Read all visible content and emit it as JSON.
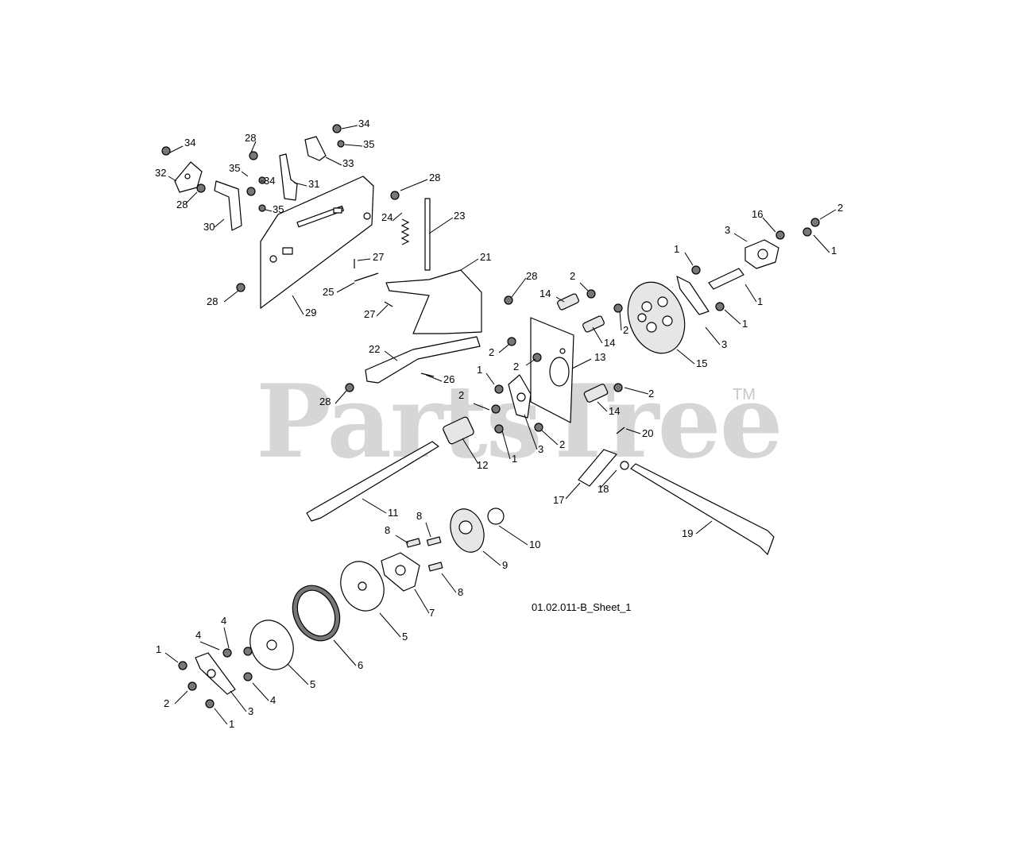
{
  "watermark": {
    "text": "PartsTree",
    "trademark": "TM"
  },
  "sheet_id": "01.02.011-B_Sheet_1",
  "callouts": [
    {
      "label": "34"
    },
    {
      "label": "32"
    },
    {
      "label": "28"
    },
    {
      "label": "30"
    },
    {
      "label": "28"
    },
    {
      "label": "35"
    },
    {
      "label": "34"
    },
    {
      "label": "35"
    },
    {
      "label": "31"
    },
    {
      "label": "34"
    },
    {
      "label": "35"
    },
    {
      "label": "33"
    },
    {
      "label": "28"
    },
    {
      "label": "24"
    },
    {
      "label": "23"
    },
    {
      "label": "27"
    },
    {
      "label": "25"
    },
    {
      "label": "27"
    },
    {
      "label": "29"
    },
    {
      "label": "28"
    },
    {
      "label": "21"
    },
    {
      "label": "28"
    },
    {
      "label": "22"
    },
    {
      "label": "26"
    },
    {
      "label": "28"
    },
    {
      "label": "2"
    },
    {
      "label": "1"
    },
    {
      "label": "2"
    },
    {
      "label": "1"
    },
    {
      "label": "3"
    },
    {
      "label": "2"
    },
    {
      "label": "12"
    },
    {
      "label": "2"
    },
    {
      "label": "14"
    },
    {
      "label": "2"
    },
    {
      "label": "14"
    },
    {
      "label": "13"
    },
    {
      "label": "2"
    },
    {
      "label": "14"
    },
    {
      "label": "2"
    },
    {
      "label": "20"
    },
    {
      "label": "1"
    },
    {
      "label": "3"
    },
    {
      "label": "1"
    },
    {
      "label": "2"
    },
    {
      "label": "1"
    },
    {
      "label": "16"
    },
    {
      "label": "1"
    },
    {
      "label": "3"
    },
    {
      "label": "15"
    },
    {
      "label": "11"
    },
    {
      "label": "17"
    },
    {
      "label": "18"
    },
    {
      "label": "19"
    },
    {
      "label": "8"
    },
    {
      "label": "8"
    },
    {
      "label": "10"
    },
    {
      "label": "9"
    },
    {
      "label": "8"
    },
    {
      "label": "7"
    },
    {
      "label": "5"
    },
    {
      "label": "6"
    },
    {
      "label": "5"
    },
    {
      "label": "4"
    },
    {
      "label": "4"
    },
    {
      "label": "1"
    },
    {
      "label": "2"
    },
    {
      "label": "3"
    },
    {
      "label": "1"
    },
    {
      "label": "4"
    }
  ]
}
